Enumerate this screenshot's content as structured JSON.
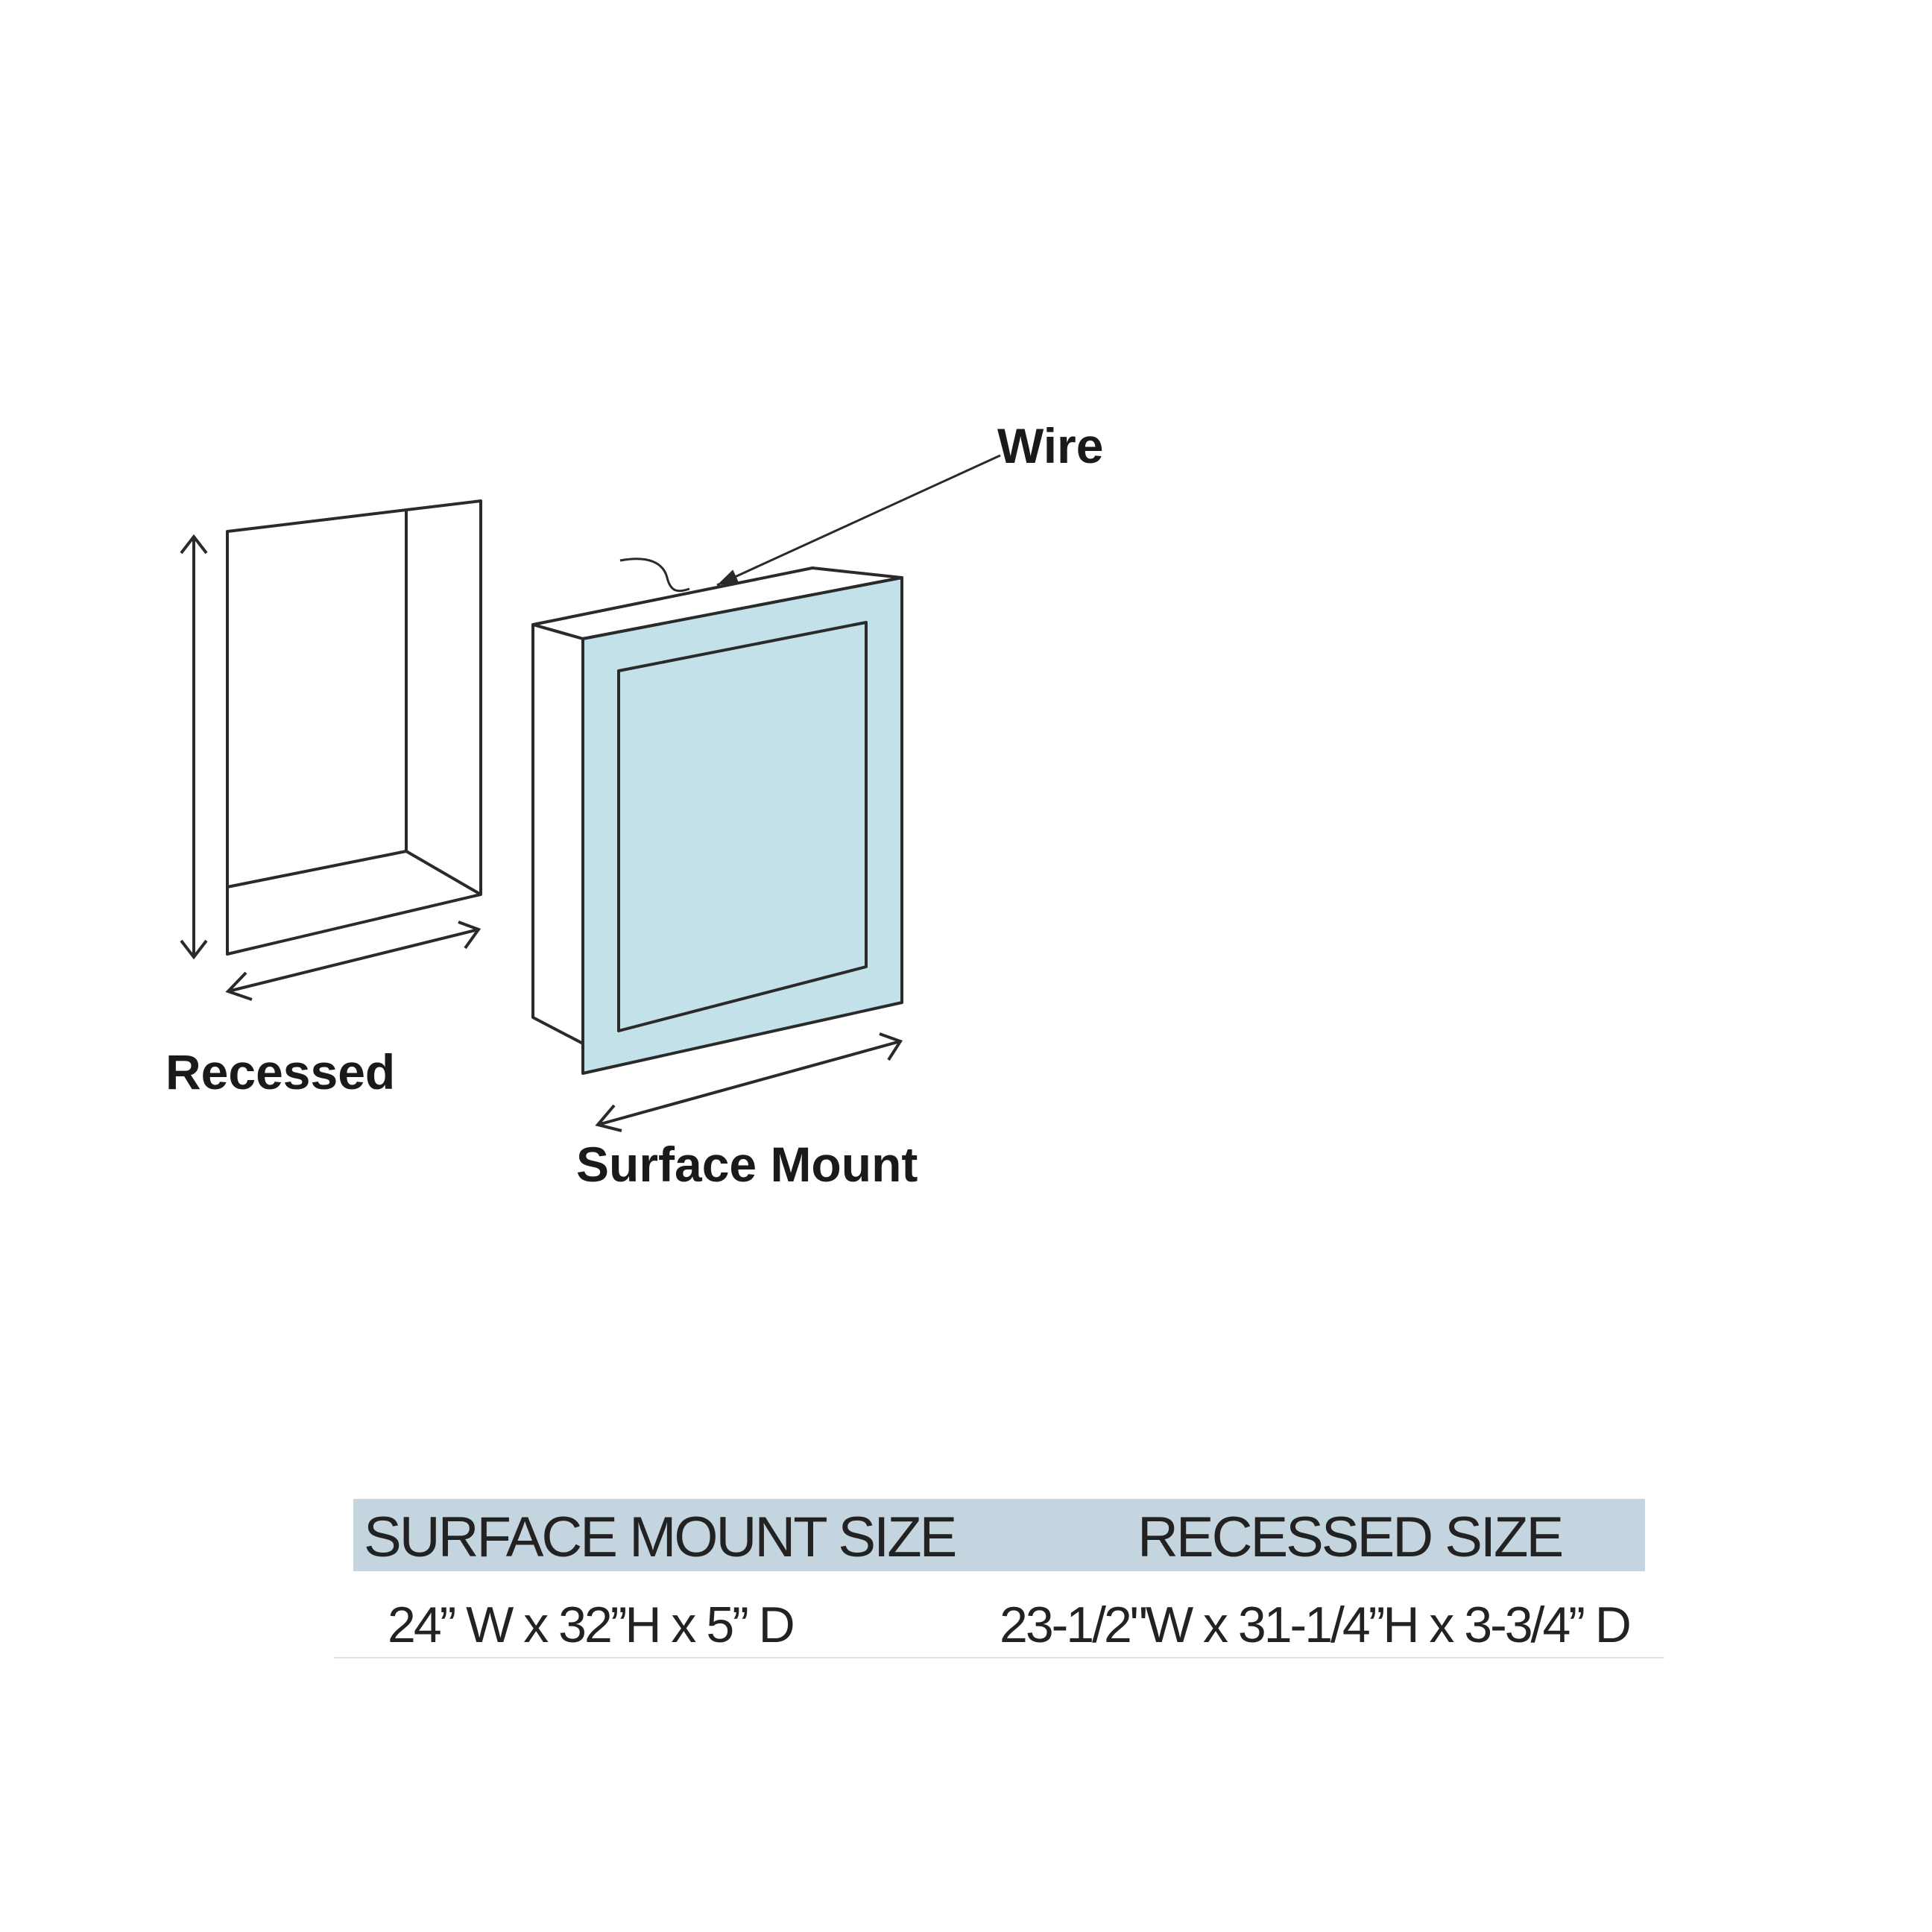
{
  "labels": {
    "wire": "Wire",
    "recessed": "Recessed",
    "surface_mount": "Surface Mount"
  },
  "colors": {
    "mirror_fill": "#c2e1e9",
    "line": "#2a2a2a",
    "table_header": "#c5d5df"
  },
  "table": {
    "headers": [
      "SURFACE MOUNT SIZE",
      "RECESSED SIZE"
    ],
    "rows": [
      [
        "24” W x 32”H x 5” D",
        "23-1/2\"W x 31-1/4”H x 3-3/4” D"
      ]
    ]
  }
}
